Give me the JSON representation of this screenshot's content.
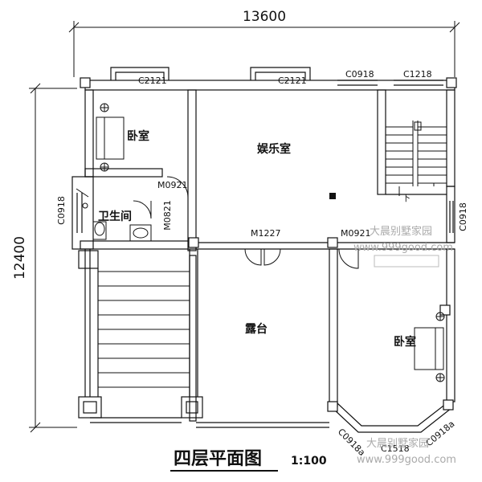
{
  "plan": {
    "dimensions": {
      "width_label": "13600",
      "height_label": "12400"
    },
    "rooms": {
      "bedroom_nw": "卧室",
      "entertainment": "娱乐室",
      "bathroom": "卫生间",
      "terrace": "露台",
      "bedroom_se": "卧室"
    },
    "windows": {
      "top_left": "C2121",
      "top_mid": "C2121",
      "top_c0918": "C0918",
      "top_c1218": "C1218",
      "left_c0918": "C0918",
      "right_c0918": "C0918",
      "bay_left": "C0918a",
      "bay_mid": "C1518",
      "bay_right": "C0918a"
    },
    "doors": {
      "bedroom": "M0921",
      "bathroom": "M0821",
      "terrace": "M1227",
      "east": "M0921"
    },
    "stair_mark": "下",
    "title": "四层平面图",
    "scale": "1:100",
    "watermarks": {
      "cn_1": "大晨别墅家园",
      "url_1": "www.999good.com",
      "cn_2": "大晨别墅家园",
      "url_2": "www.999good.com"
    },
    "colors": {
      "line": "#111111",
      "watermark": "#aaaaaa",
      "background": "#ffffff"
    }
  }
}
